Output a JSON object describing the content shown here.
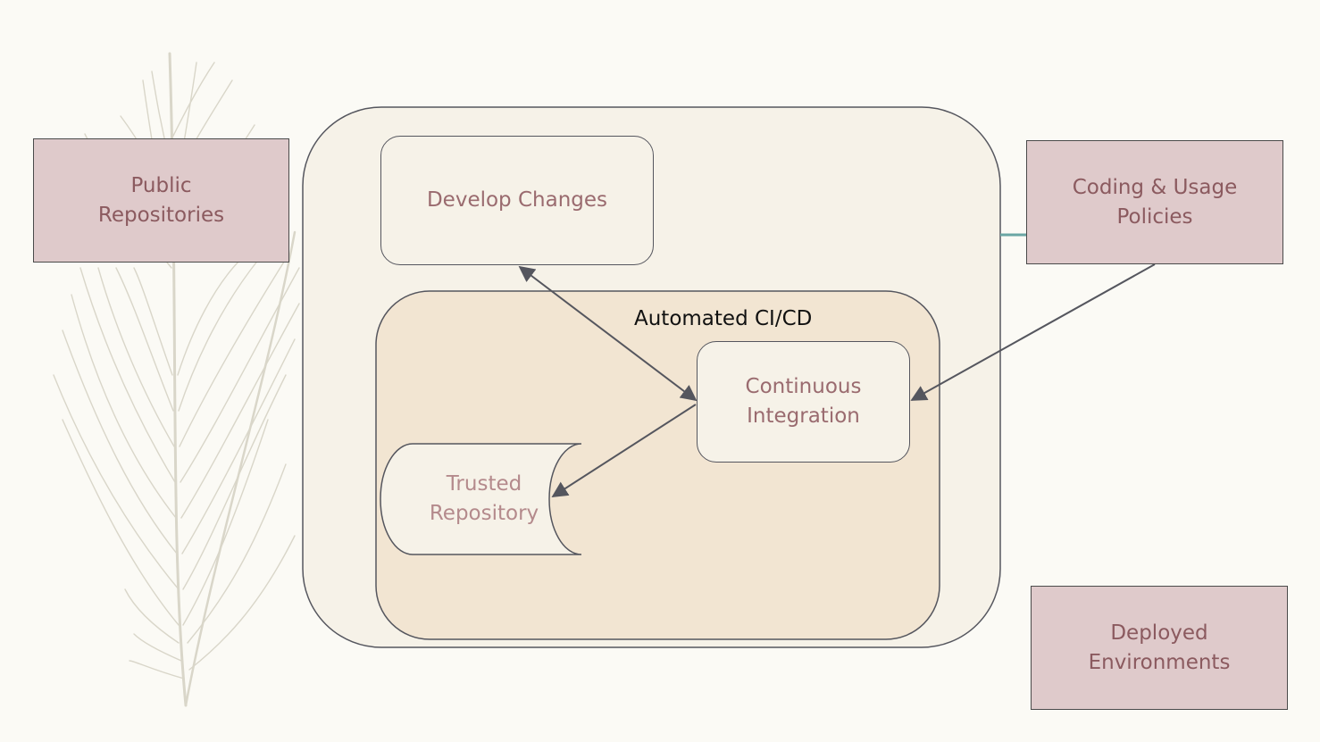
{
  "nodes": {
    "public_repositories": "Public\nRepositories",
    "coding_usage_policies": "Coding & Usage\nPolicies",
    "deployed_environments": "Deployed\nEnvironments",
    "develop_changes": "Develop Changes",
    "automated_cicd": "Automated CI/CD",
    "continuous_integration": "Continuous\nIntegration",
    "trusted_repository": "Trusted\nRepository"
  },
  "colors": {
    "external_fill": "#dfcacb",
    "outer_container_fill": "#f6f2e8",
    "cicd_fill": "#f2e5d2",
    "connector": "#55565e",
    "accent_teal": "#6aa6a4"
  }
}
